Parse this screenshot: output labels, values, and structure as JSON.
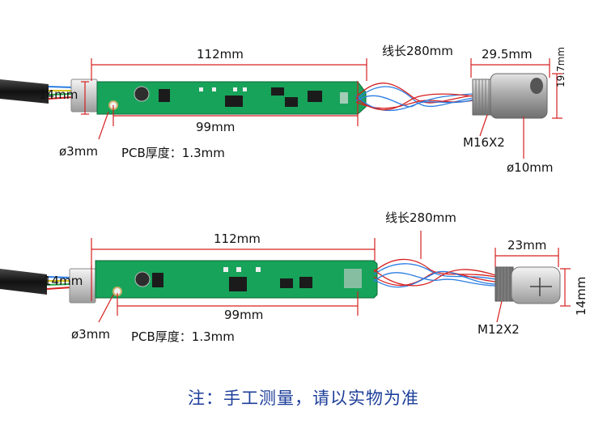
{
  "top": {
    "pcb_length": "112mm",
    "hole_spacing": "99mm",
    "pcb_height": "14mm",
    "hole_dia": "ø3mm",
    "pcb_thickness": "PCB厚度：1.3mm",
    "wire_length": "线长280mm",
    "sensor_length": "29.5mm",
    "sensor_height": "19.7mm",
    "thread": "M16X2",
    "bore_dia": "ø10mm"
  },
  "bottom": {
    "pcb_length": "112mm",
    "hole_spacing": "99mm",
    "pcb_height": "14mm",
    "hole_dia": "ø3mm",
    "pcb_thickness": "PCB厚度：1.3mm",
    "wire_length": "线长280mm",
    "sensor_length": "23mm",
    "sensor_height": "14mm",
    "thread": "M12X2"
  },
  "note": "注：手工测量，请以实物为准",
  "colors": {
    "pcb": "#17a35a",
    "dimension": "#d62020",
    "note": "#1e3f9a"
  }
}
